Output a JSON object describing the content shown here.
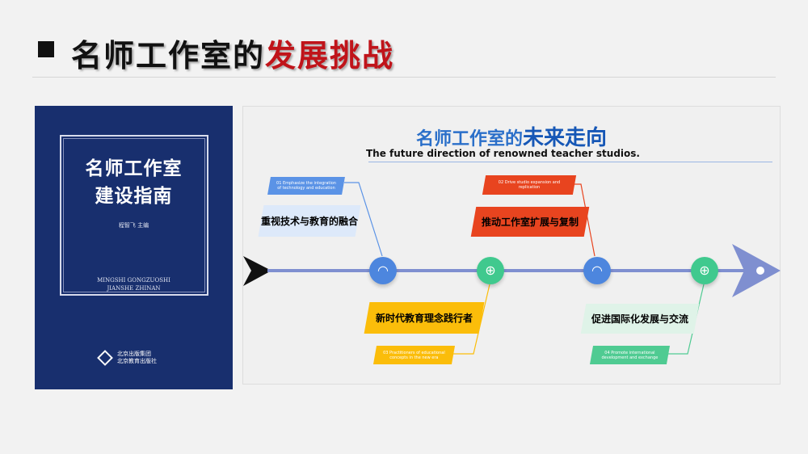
{
  "header": {
    "title_black": "名师工作室的",
    "title_red": "发展挑战"
  },
  "book": {
    "title_line1": "名师工作室",
    "title_line2": "建设指南",
    "editor": "程智飞 主编",
    "pinyin_line1": "MINGSHI GONGZUOSHI",
    "pinyin_line2": "JIANSHE ZHINAN",
    "publisher_line1": "北京出版集团",
    "publisher_line2": "北京教育出版社"
  },
  "panel": {
    "title_prefix": "名师工作室的",
    "title_emph": "未来走向",
    "subtitle": "The future direction of renowned teacher studios.",
    "items": [
      {
        "label": "重视技术与教育的融合",
        "caption": "01  Emphasize the integration of technology and education",
        "icon": "wifi-icon",
        "color": "#5b93e6"
      },
      {
        "label": "推动工作室扩展与复制",
        "caption": "02 Drive studio expansion and replication",
        "icon": "zoom-in-icon",
        "color": "#e8441f"
      },
      {
        "label": "新时代教育理念践行者",
        "caption": "03  Practitioners of educational concepts in the new era",
        "icon": "wifi-icon",
        "color": "#fbbd0a"
      },
      {
        "label": "促进国际化发展与交流",
        "caption": "04  Promote international development and exchange",
        "icon": "zoom-in-icon",
        "color": "#4fcb92"
      }
    ]
  }
}
